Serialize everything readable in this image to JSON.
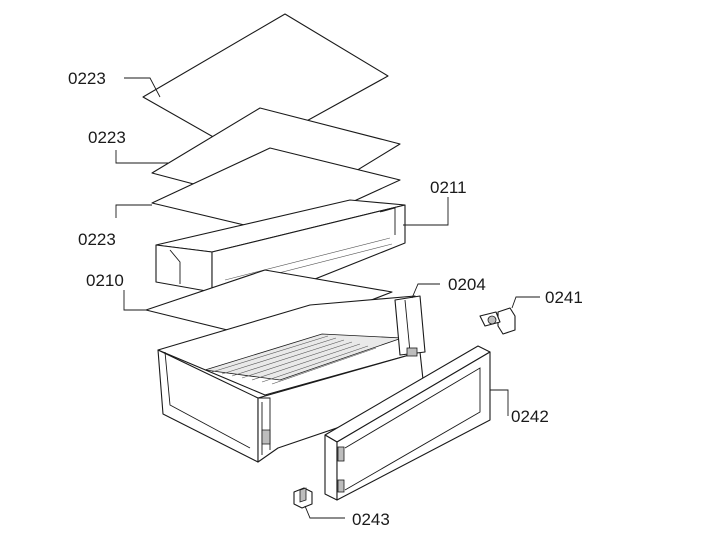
{
  "labels": [
    {
      "id": "l1",
      "text": "0223"
    },
    {
      "id": "l2",
      "text": "0223"
    },
    {
      "id": "l3",
      "text": "0223"
    },
    {
      "id": "l4",
      "text": "0211"
    },
    {
      "id": "l5",
      "text": "0210"
    },
    {
      "id": "l6",
      "text": "0204"
    },
    {
      "id": "l7",
      "text": "0241"
    },
    {
      "id": "l8",
      "text": "0242"
    },
    {
      "id": "l9",
      "text": "0243"
    }
  ]
}
